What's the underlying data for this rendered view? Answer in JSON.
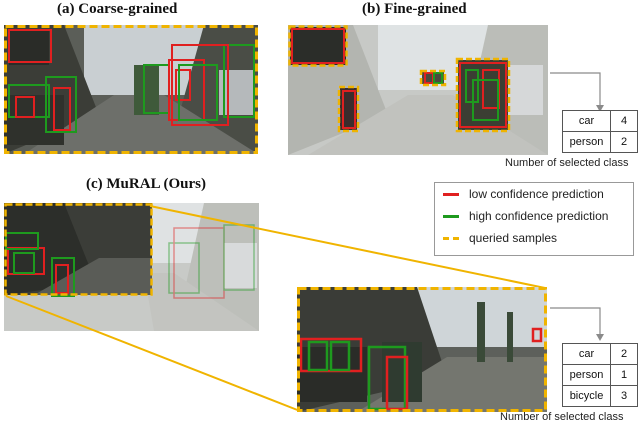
{
  "panels": {
    "a_title": "(a) Coarse-grained",
    "b_title": "(b) Fine-grained",
    "c_title": "(c) MuRAL (Ours)"
  },
  "table_b": {
    "rows": [
      {
        "cls": "car",
        "count": "4"
      },
      {
        "cls": "person",
        "count": "2"
      }
    ],
    "caption": "Number of selected class"
  },
  "table_c": {
    "rows": [
      {
        "cls": "car",
        "count": "2"
      },
      {
        "cls": "person",
        "count": "1"
      },
      {
        "cls": "bicycle",
        "count": "3"
      }
    ],
    "caption": "Number of selected class"
  },
  "legend": {
    "items": [
      {
        "label": "low confidence prediction",
        "color": "#e02020",
        "style": "solid"
      },
      {
        "label": "high confidence prediction",
        "color": "#1e9a1e",
        "style": "solid"
      },
      {
        "label": "queried samples",
        "color": "#f0b400",
        "style": "dashed"
      }
    ]
  },
  "colors": {
    "low_confidence": "#e02020",
    "high_confidence": "#1e9a1e",
    "queried": "#f0b400",
    "zoom_lines": "#f0b400"
  }
}
